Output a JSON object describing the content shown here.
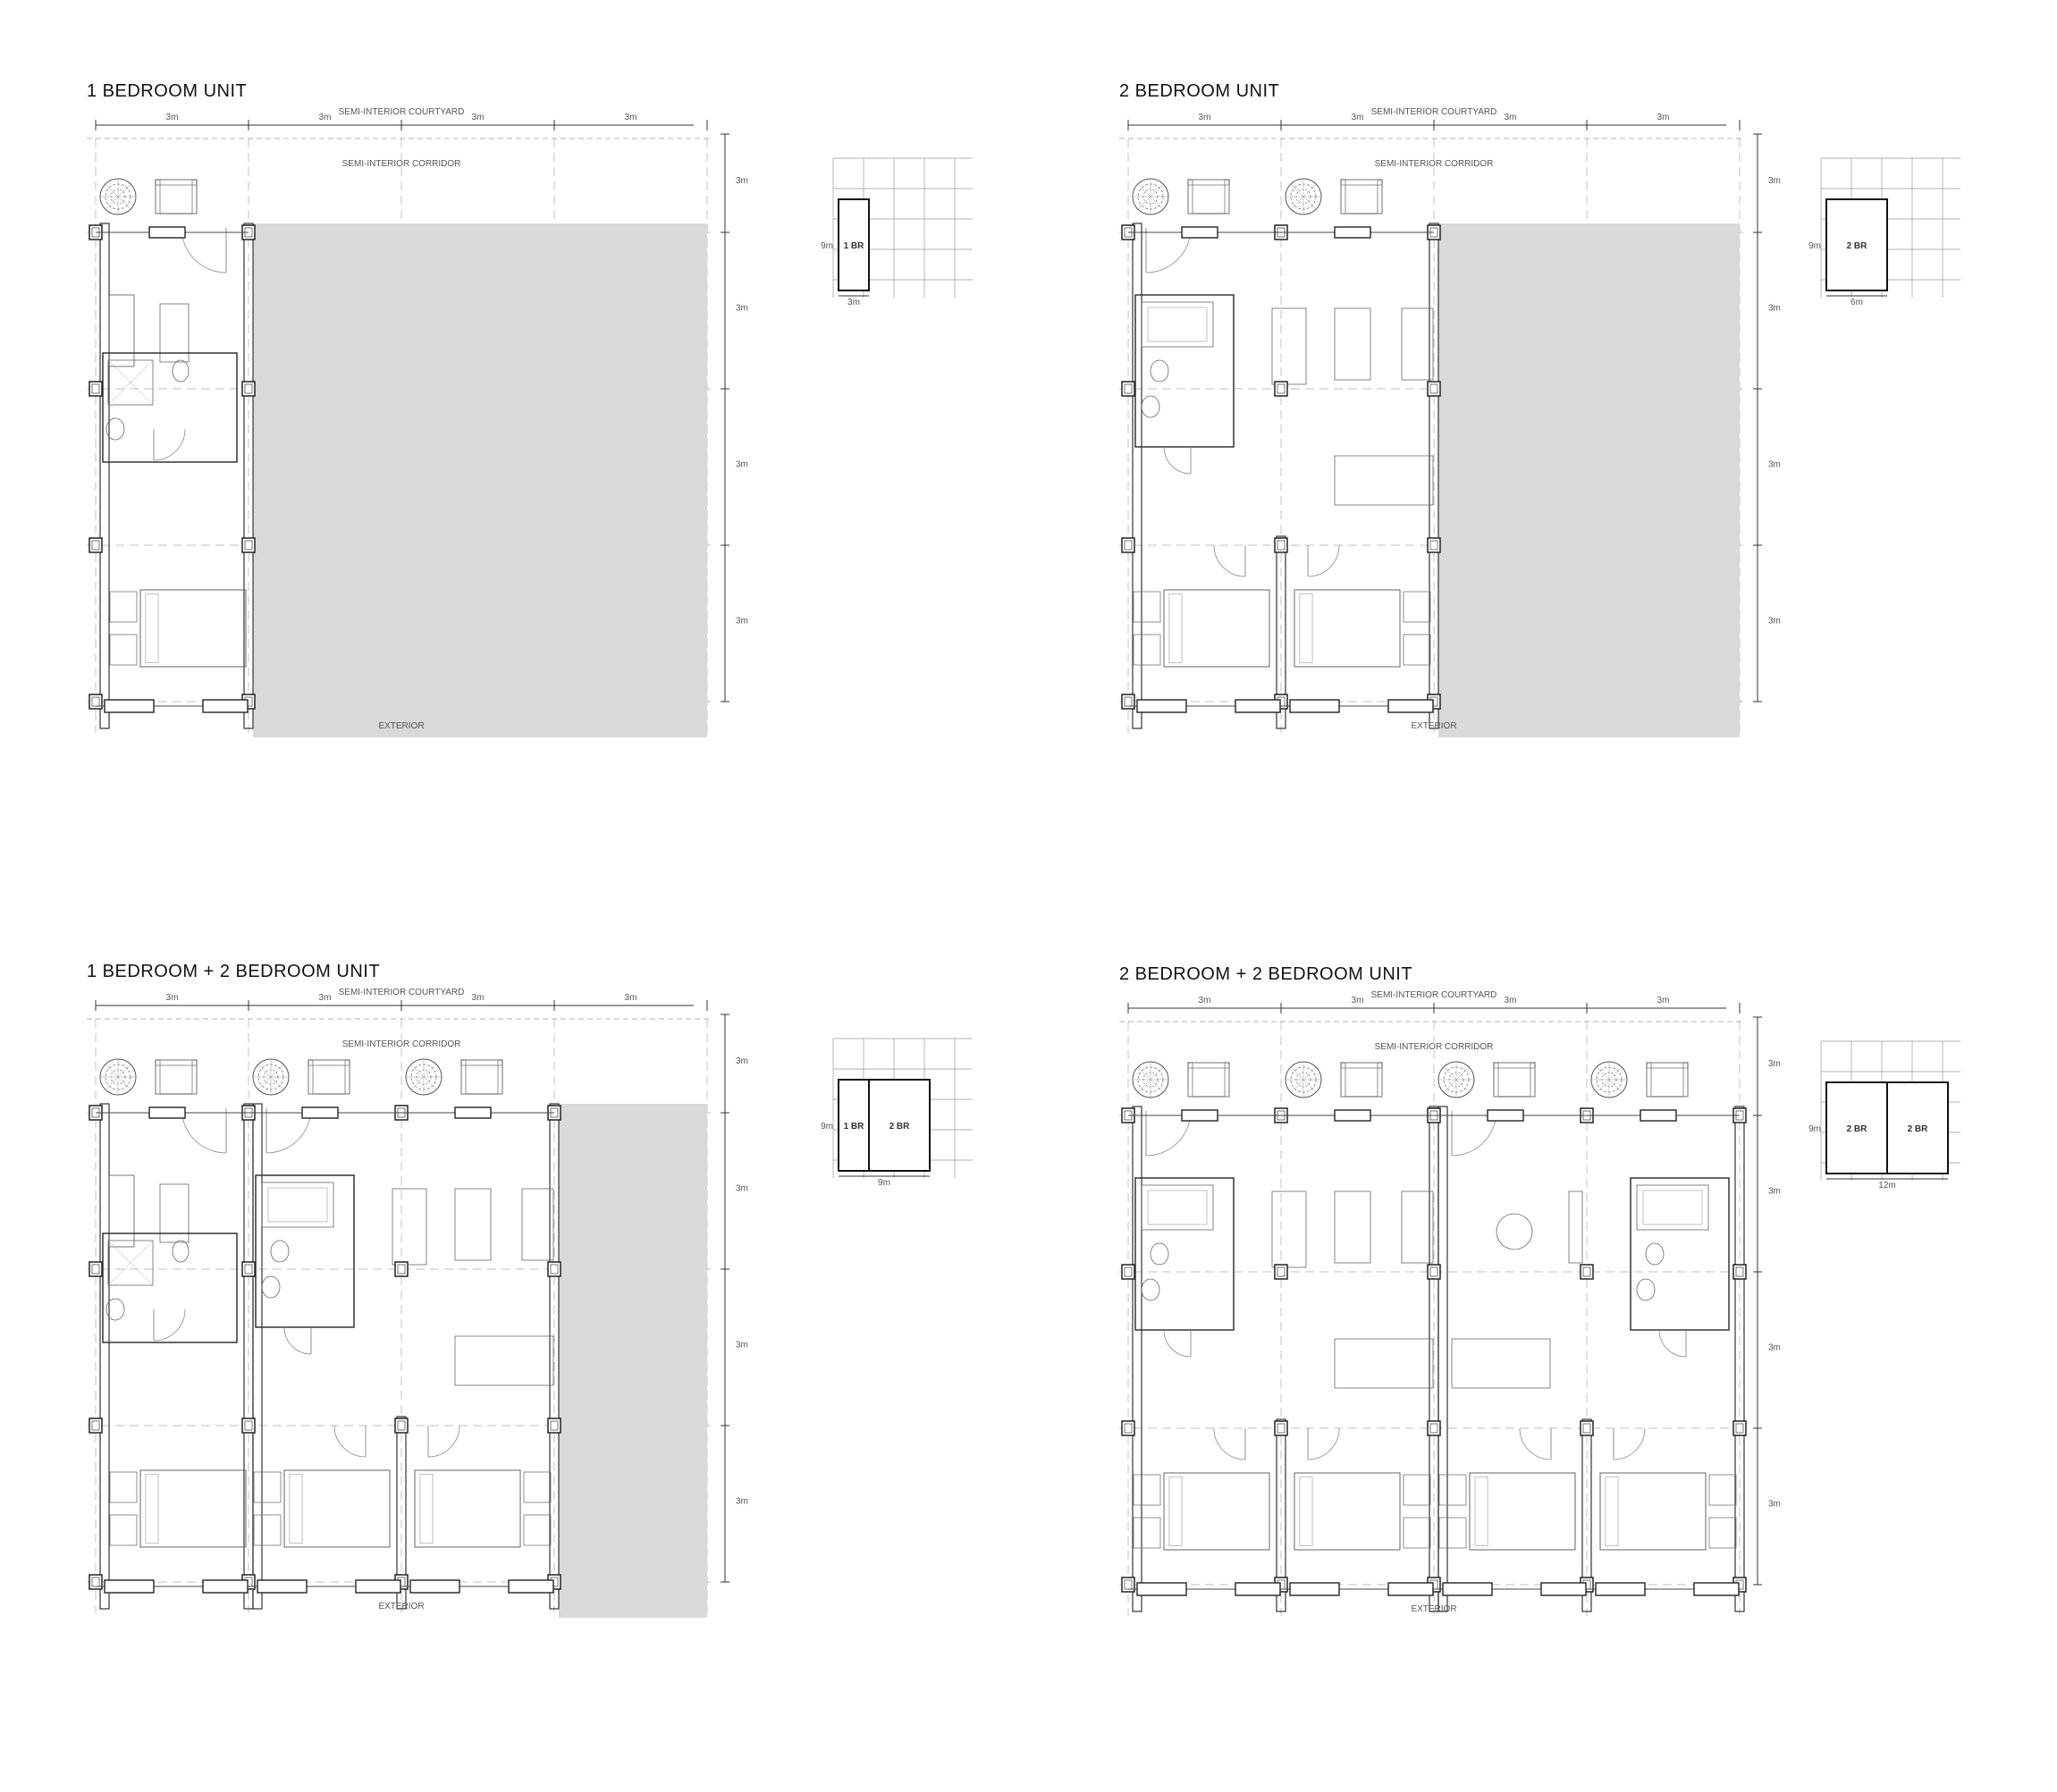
{
  "labels": {
    "courtyard": "SEMI-INTERIOR COURTYARD",
    "corridor": "SEMI-INTERIOR CORRIDOR",
    "exterior": "EXTERIOR",
    "module": "3m",
    "depth": "9m"
  },
  "panels": [
    {
      "title": "1 BEDROOM UNIT",
      "key": {
        "cells": [
          "1 BR"
        ],
        "width": "3m"
      }
    },
    {
      "title": "2 BEDROOM UNIT",
      "key": {
        "cells": [
          "2 BR"
        ],
        "width": "6m"
      }
    },
    {
      "title": "1 BEDROOM + 2 BEDROOM UNIT",
      "key": {
        "cells": [
          "1 BR",
          "2 BR"
        ],
        "width": "9m"
      }
    },
    {
      "title": "2 BEDROOM + 2 BEDROOM UNIT",
      "key": {
        "cells": [
          "2 BR",
          "2 BR"
        ],
        "width": "12m"
      }
    }
  ]
}
